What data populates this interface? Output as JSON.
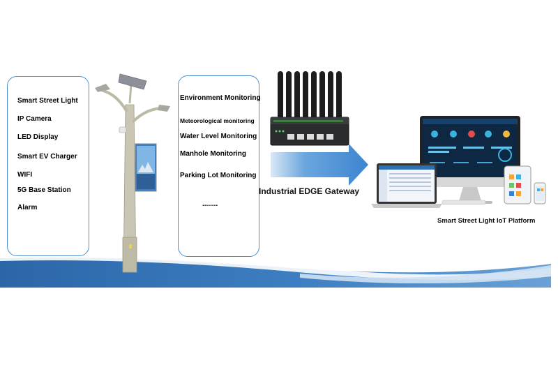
{
  "devices_panel": {
    "items": [
      "Smart Street Light",
      "IP Camera",
      "LED Display",
      "Smart EV Charger",
      "WIFI",
      "5G Base Station",
      "Alarm"
    ]
  },
  "services_panel": {
    "items": [
      "Environment Monitoring",
      "Meteorological monitoring",
      "Water Level Monitoring",
      "Manhole Monitoring",
      "Parking Lot Monitoring",
      "........"
    ]
  },
  "gateway": {
    "label": "Industrial EDGE Gateway"
  },
  "platform": {
    "label": "Smart Street Light IoT Platform"
  },
  "colors": {
    "box_border": "#4d8fcc",
    "wave_dark": "#2f6fb3",
    "wave_light": "#bcd6ee",
    "arrow": "#4f93d8"
  }
}
